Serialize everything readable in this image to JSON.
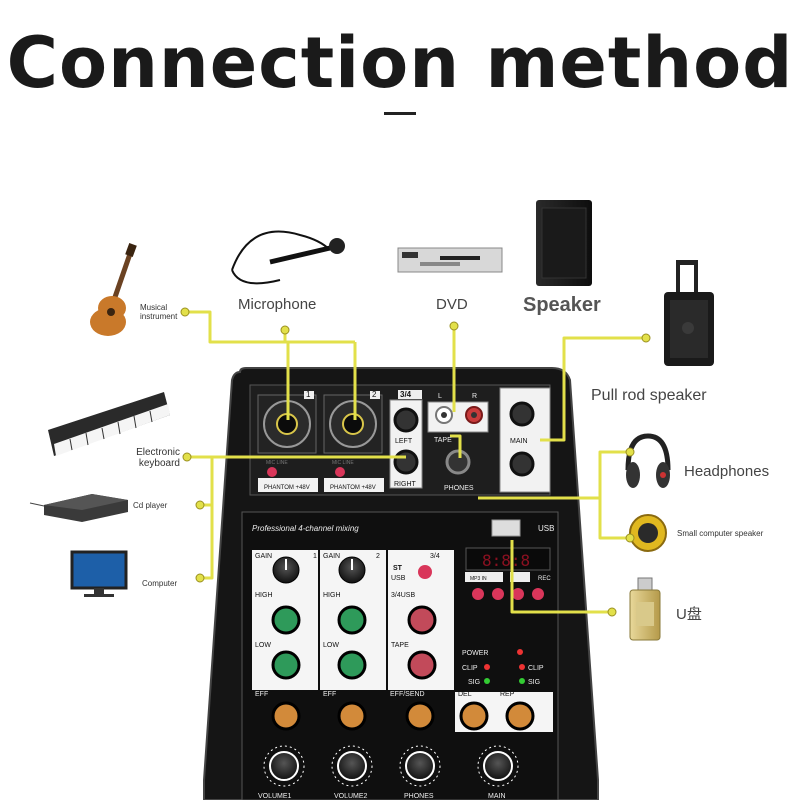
{
  "title": "Connection method",
  "devices": {
    "musical_instrument": "Musical instrument",
    "microphone": "Microphone",
    "dvd": "DVD",
    "speaker": "Speaker",
    "pull_rod_speaker": "Pull rod speaker",
    "electronic_keyboard": "Electronic keyboard",
    "cd_player": "Cd player",
    "computer": "Computer",
    "headphones": "Headphones",
    "small_computer_speaker": "Small computer speaker",
    "u_disk": "U盘"
  },
  "mixer": {
    "ch1": "1",
    "ch2": "2",
    "ch34": "3/4",
    "left": "LEFT",
    "right": "RIGHT",
    "tape_l": "L",
    "tape_r": "R",
    "tape": "TAPE",
    "phones": "PHONES",
    "main": "MAIN",
    "mic_line": "MIC LINE",
    "phantom": "PHANTOM +48V",
    "brand": "Professional 4-channel mixing",
    "usb": "USB",
    "gain": "GAIN",
    "high": "HIGH",
    "low": "LOW",
    "eff": "EFF",
    "eff_send": "EFF/SEND",
    "usb34": "3/4USB",
    "tape_strip": "TAPE",
    "st": "ST",
    "usb_small": "USB",
    "power": "POWER",
    "clip": "CLIP",
    "sig": "SIG",
    "del": "DEL",
    "rep": "REP",
    "volume1": "VOLUME1",
    "volume2": "VOLUME2",
    "phones_knob": "PHONES",
    "main_knob": "MAIN",
    "rec": "REC",
    "mp3_in": "MP3 IN"
  },
  "colors": {
    "wire": "#e2e04a",
    "panel": "#1c1c1c",
    "panel_edge": "#3a3a3a",
    "knob_green": "#2e9a5a",
    "knob_red": "#c24a5a",
    "knob_orange": "#d28a3a",
    "title": "#1a1a1a"
  }
}
